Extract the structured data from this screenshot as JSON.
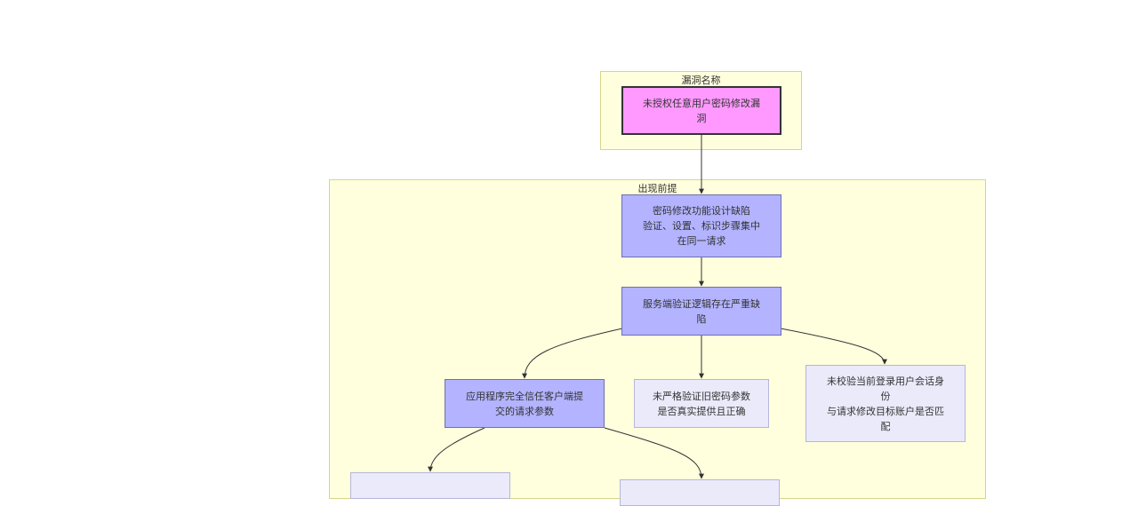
{
  "clusters": {
    "vuln_name": "漏洞名称",
    "precondition": "出现前提"
  },
  "nodes": {
    "vuln": "未授权任意用户密码修改漏\n洞",
    "design_flaw": "密码修改功能设计缺陷\n验证、设置、标识步骤集中\n在同一请求",
    "server_flaw": "服务端验证逻辑存在严重缺\n陷",
    "trust_client": "应用程序完全信任客户端提\n交的请求参数",
    "no_old_pwd": "未严格验证旧密码参数\n是否真实提供且正确",
    "no_session": "未校验当前登录用户会话身\n份\n与请求修改目标账户是否匹\n配"
  }
}
